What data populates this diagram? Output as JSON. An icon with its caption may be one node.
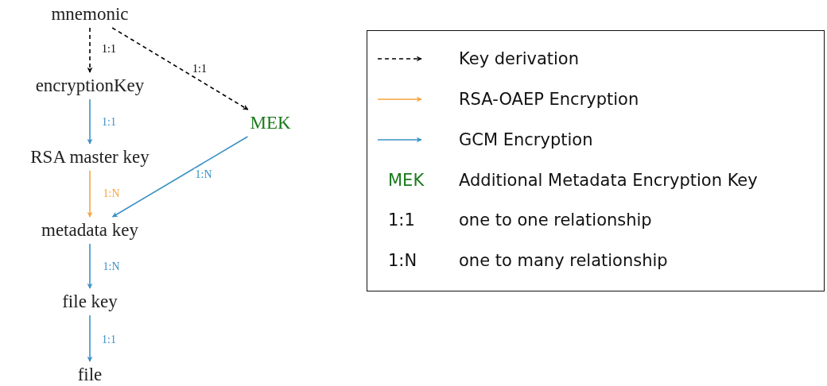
{
  "diagram": {
    "nodes": [
      {
        "text": [
          "mnemonic"
        ]
      },
      {
        "text": [
          "encryptionKey"
        ]
      },
      {
        "text": [
          "MEK"
        ]
      },
      {
        "text": [
          "RSA master key"
        ]
      },
      {
        "text": [
          "metadata key"
        ]
      },
      {
        "text": [
          "file key"
        ]
      },
      {
        "text": [
          "file"
        ]
      }
    ],
    "edges": [
      {
        "from": 0,
        "to": 1,
        "arrow": "to",
        "label": "1:1",
        "style": "dashed",
        "color": "#000000"
      },
      {
        "from": 0,
        "to": 2,
        "arrow": "to",
        "label": "1:1",
        "style": "dashed",
        "color": "#000000"
      },
      {
        "from": 1,
        "to": 3,
        "arrow": "to",
        "label": "1:1"
      },
      {
        "from": 3,
        "to": 4,
        "arrow": "to",
        "label": "1:N",
        "color": "#f5a53f"
      },
      {
        "from": 2,
        "to": 4,
        "arrow": "to",
        "label": "1:N"
      },
      {
        "from": 4,
        "to": 5,
        "arrow": "to",
        "label": "1:N"
      },
      {
        "from": 5,
        "to": 6,
        "arrow": "to",
        "label": "1:1"
      }
    ],
    "labels": [
      "MEK",
      "Additional Metadata Encryption Key",
      "1:1",
      "one to one relationship",
      "1:N",
      "one to many relationship"
    ],
    "legend": [
      {
        "text": "Key derivation"
      },
      {
        "text": "RSA-OAEP Encryption"
      },
      {
        "text": "GCM Encryption"
      }
    ]
  }
}
